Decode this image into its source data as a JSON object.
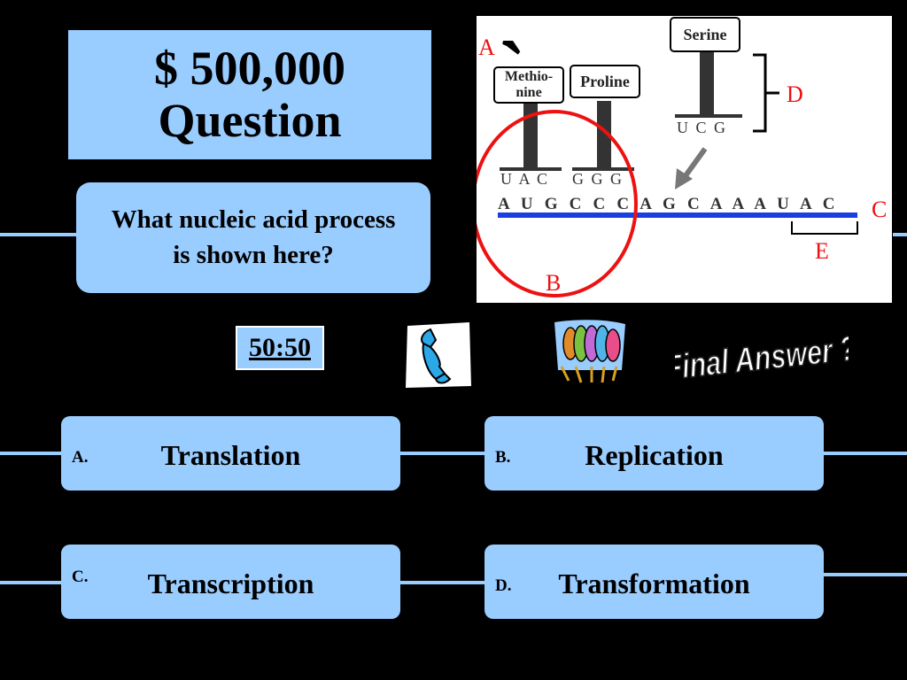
{
  "title": {
    "line1": "$ 500,000",
    "line2": "Question"
  },
  "question": {
    "line1": "What nucleic acid process",
    "line2": "is shown here?"
  },
  "lifelines": {
    "fifty_fifty": "50:50",
    "final_answer": "Final Answer ?"
  },
  "answers": [
    {
      "letter": "A.",
      "text": "Translation"
    },
    {
      "letter": "B.",
      "text": "Replication"
    },
    {
      "letter": "C.",
      "text": "Transcription"
    },
    {
      "letter": "D.",
      "text": "Transformation"
    }
  ],
  "diagram": {
    "labels": {
      "a": "A",
      "b": "B",
      "c": "C",
      "d": "D",
      "e": "E"
    },
    "amino_acids": [
      "Methio-",
      "nine",
      "Proline",
      "Serine"
    ],
    "anticodons": [
      "U A C",
      "G G G",
      "U C G"
    ],
    "mrna": "A U G C C C A G C A A A U A C"
  },
  "colors": {
    "panel": "#99ccff",
    "background": "#000000",
    "strand": "#1a3fe0",
    "highlight": "#ee1111"
  }
}
